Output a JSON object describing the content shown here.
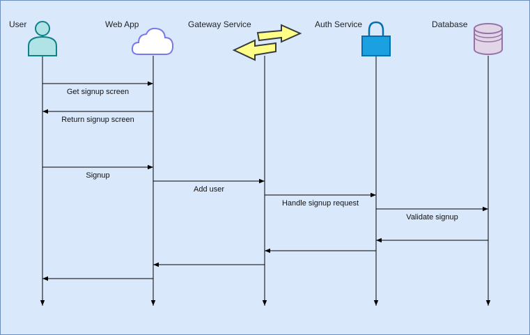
{
  "diagram": {
    "background": "#dae8fc",
    "border": "#6c8ebf",
    "actors": [
      {
        "id": "user",
        "label": "User",
        "icon": "person-icon",
        "fill": "#b0e3e6",
        "stroke": "#0e8088"
      },
      {
        "id": "webapp",
        "label": "Web App",
        "icon": "cloud-icon",
        "fill": "#ffffff",
        "stroke": "#7777ee"
      },
      {
        "id": "gateway",
        "label": "Gateway Service",
        "icon": "bidirectional-arrows-icon",
        "fill": "#ffff88",
        "stroke": "#36393d"
      },
      {
        "id": "auth",
        "label": "Auth Service",
        "icon": "padlock-icon",
        "fill": "#1ba1e2",
        "stroke": "#006eaf"
      },
      {
        "id": "database",
        "label": "Database",
        "icon": "database-cylinder-icon",
        "fill": "#e1d5e7",
        "stroke": "#9673a6"
      }
    ],
    "messages": [
      {
        "from": "user",
        "to": "webapp",
        "label": "Get signup screen"
      },
      {
        "from": "webapp",
        "to": "user",
        "label": "Return signup screen"
      },
      {
        "from": "user",
        "to": "webapp",
        "label": "Signup"
      },
      {
        "from": "webapp",
        "to": "gateway",
        "label": "Add user"
      },
      {
        "from": "gateway",
        "to": "auth",
        "label": "Handle signup request"
      },
      {
        "from": "auth",
        "to": "database",
        "label": "Validate signup"
      },
      {
        "from": "database",
        "to": "auth",
        "label": ""
      },
      {
        "from": "auth",
        "to": "gateway",
        "label": ""
      },
      {
        "from": "gateway",
        "to": "webapp",
        "label": ""
      },
      {
        "from": "webapp",
        "to": "user",
        "label": ""
      }
    ]
  }
}
